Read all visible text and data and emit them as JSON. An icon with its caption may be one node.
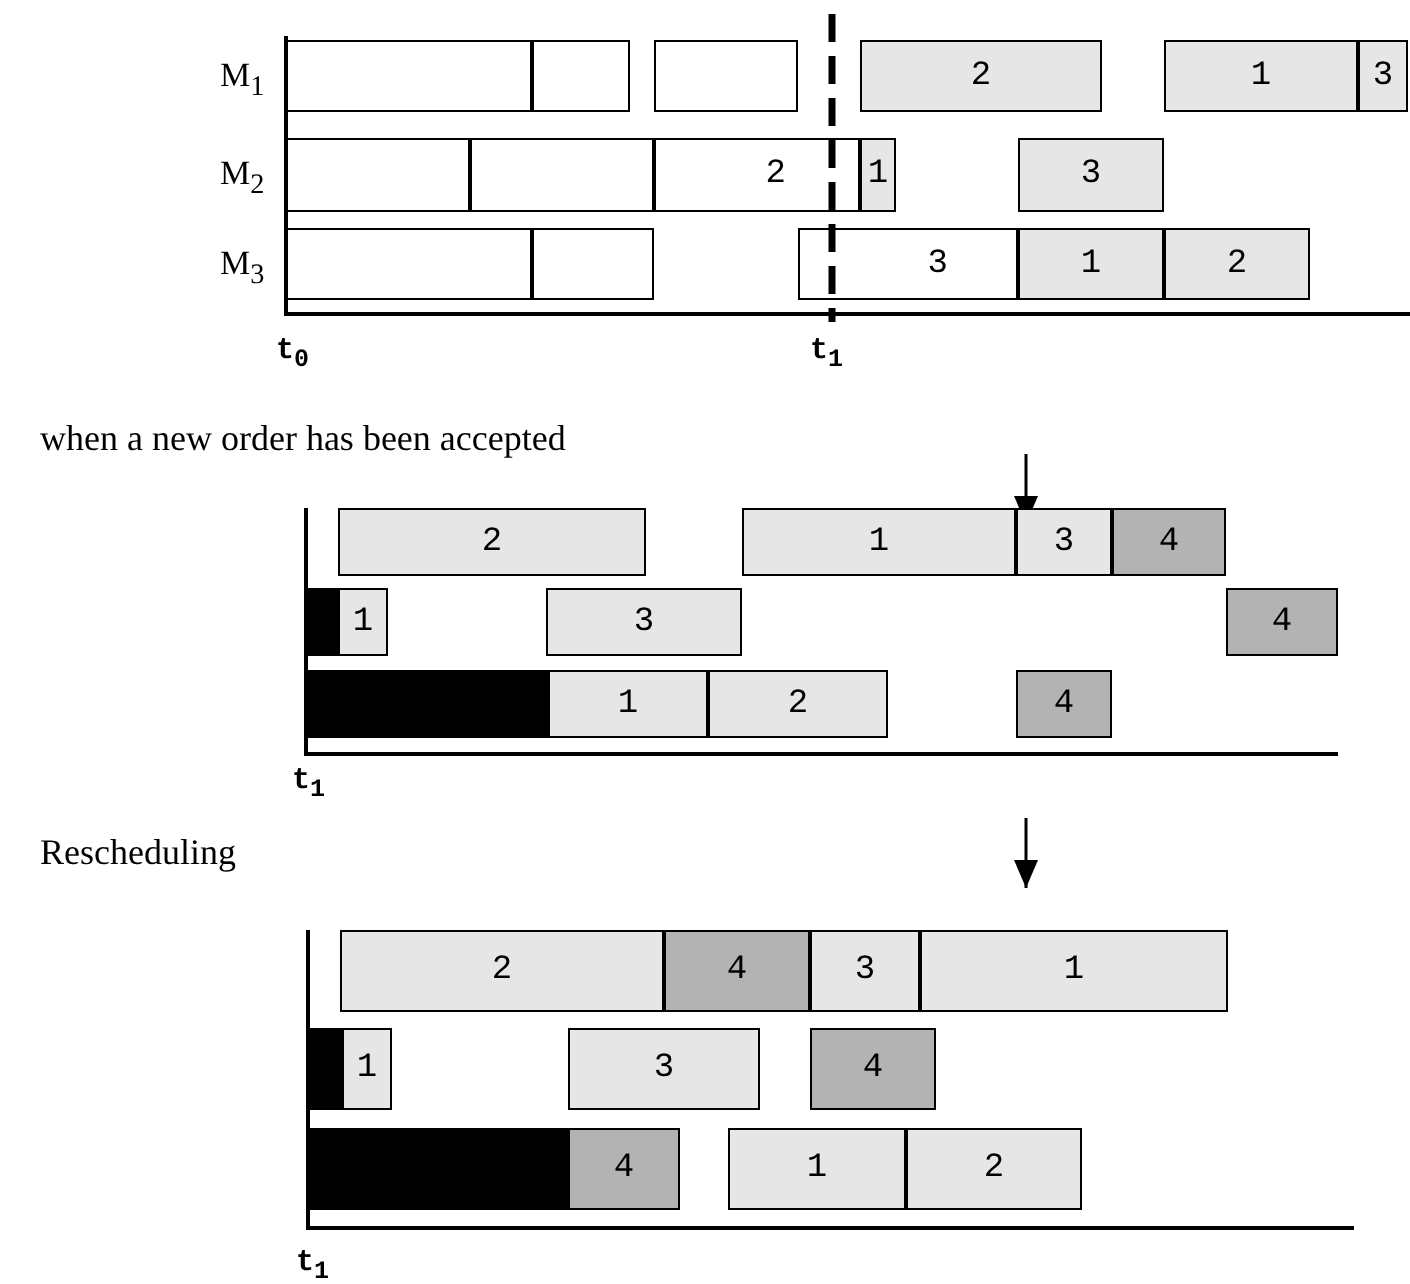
{
  "diagram": {
    "nodes": [
      {
        "text": [],
        "shape": "box"
      },
      {
        "text": [],
        "shape": "box"
      },
      {
        "text": [],
        "shape": "box"
      },
      {
        "text": [
          "2"
        ]
      },
      {
        "text": [
          "1"
        ]
      },
      {
        "text": [
          "3"
        ]
      },
      {
        "text": [],
        "shape": "box"
      },
      {
        "text": [],
        "shape": "box"
      },
      {
        "text": [
          "2"
        ]
      },
      {
        "text": [
          "1"
        ]
      },
      {
        "text": [
          "3"
        ]
      },
      {
        "text": [],
        "shape": "box"
      },
      {
        "text": [],
        "shape": "box"
      },
      {
        "text": [
          "3"
        ]
      },
      {
        "text": [
          "1"
        ]
      },
      {
        "text": [
          "2"
        ]
      },
      {
        "text": [
          "2"
        ]
      },
      {
        "text": [
          "1"
        ]
      },
      {
        "text": [
          "3"
        ]
      },
      {
        "text": [
          "4"
        ]
      },
      {
        "text": [],
        "shape": "bar"
      },
      {
        "text": [
          "1"
        ]
      },
      {
        "text": [
          "3"
        ]
      },
      {
        "text": [
          "4"
        ]
      },
      {
        "text": [],
        "shape": "bar"
      },
      {
        "text": [
          "1"
        ]
      },
      {
        "text": [
          "2"
        ]
      },
      {
        "text": [
          "4"
        ]
      },
      {
        "text": [
          "2"
        ]
      },
      {
        "text": [
          "4"
        ]
      },
      {
        "text": [
          "3"
        ]
      },
      {
        "text": [
          "1"
        ]
      },
      {
        "text": [],
        "shape": "bar"
      },
      {
        "text": [
          "1"
        ]
      },
      {
        "text": [
          "3"
        ]
      },
      {
        "text": [
          "4"
        ]
      },
      {
        "text": [],
        "shape": "bar"
      },
      {
        "text": [
          "4"
        ]
      },
      {
        "text": [
          "1"
        ]
      },
      {
        "text": [
          "2"
        ]
      }
    ],
    "labels": [
      "M$_{1}$",
      "M$_{2}$",
      "M$_{3}$",
      "t$_{0}$",
      "t$_{1}$",
      "when a new order has been accepted",
      "t$_{1}$",
      "Rescheduling",
      "t$_{1}$"
    ]
  }
}
